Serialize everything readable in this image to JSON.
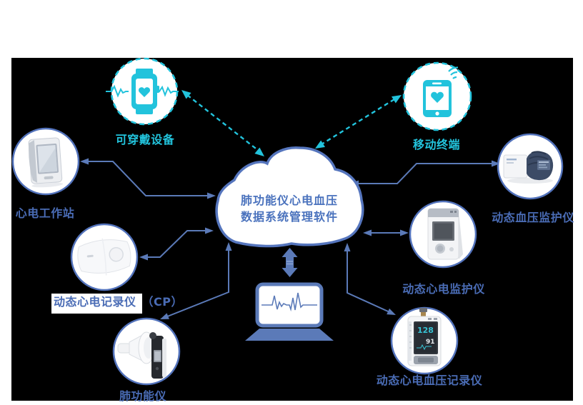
{
  "colors": {
    "page_bg": "#ffffff",
    "panel_bg": "#000000",
    "teal": "#22c3dc",
    "blue_line": "#5b7ab8",
    "border_blue": "#5272bb",
    "label_blue": "#4a6cb5",
    "cloud_stroke": "#5575bd",
    "cloud_text": "#4a72bd",
    "node_fill": "#ffffff"
  },
  "cloud": {
    "line1": "肺功能仪心电血压",
    "line2": "数据系统管理软件"
  },
  "nodes": {
    "wearable": {
      "label": "可穿戴设备",
      "icon": "smartwatch-icon",
      "link": "dashed-teal-double-arrow"
    },
    "mobile": {
      "label": "移动终端",
      "icon": "smartphone-icon",
      "link": "dashed-teal-double-arrow"
    },
    "ecg_workstation": {
      "label": "心电工作站",
      "icon": "ecg-workstation-photo",
      "link": "solid-blue-double-arrow"
    },
    "holter_cp": {
      "label_highlight": "动态心电记录仪",
      "label_rest": "（CP）",
      "icon": "holter-recorder-photo",
      "link": "solid-blue-double-arrow"
    },
    "spirometer": {
      "label": "肺功能仪",
      "icon": "spirometer-photo",
      "link": "solid-blue-double-arrow"
    },
    "bp_monitor": {
      "label": "动态血压监护仪",
      "icon": "bp-monitor-photo",
      "link": "solid-blue-double-arrow"
    },
    "ecg_monitor": {
      "label": "动态心电监护仪",
      "icon": "ecg-monitor-photo",
      "link": "solid-blue-double-arrow"
    },
    "ecg_bp_recorder": {
      "label": "动态心电血压记录仪",
      "icon": "ecg-bp-recorder-photo",
      "link": "solid-blue-double-arrow"
    },
    "laptop": {
      "label": "",
      "icon": "laptop-ecg-icon",
      "link": "solid-blue-thick-double-arrow"
    }
  },
  "recorder_screen": {
    "sys": "128",
    "dia": "91"
  }
}
